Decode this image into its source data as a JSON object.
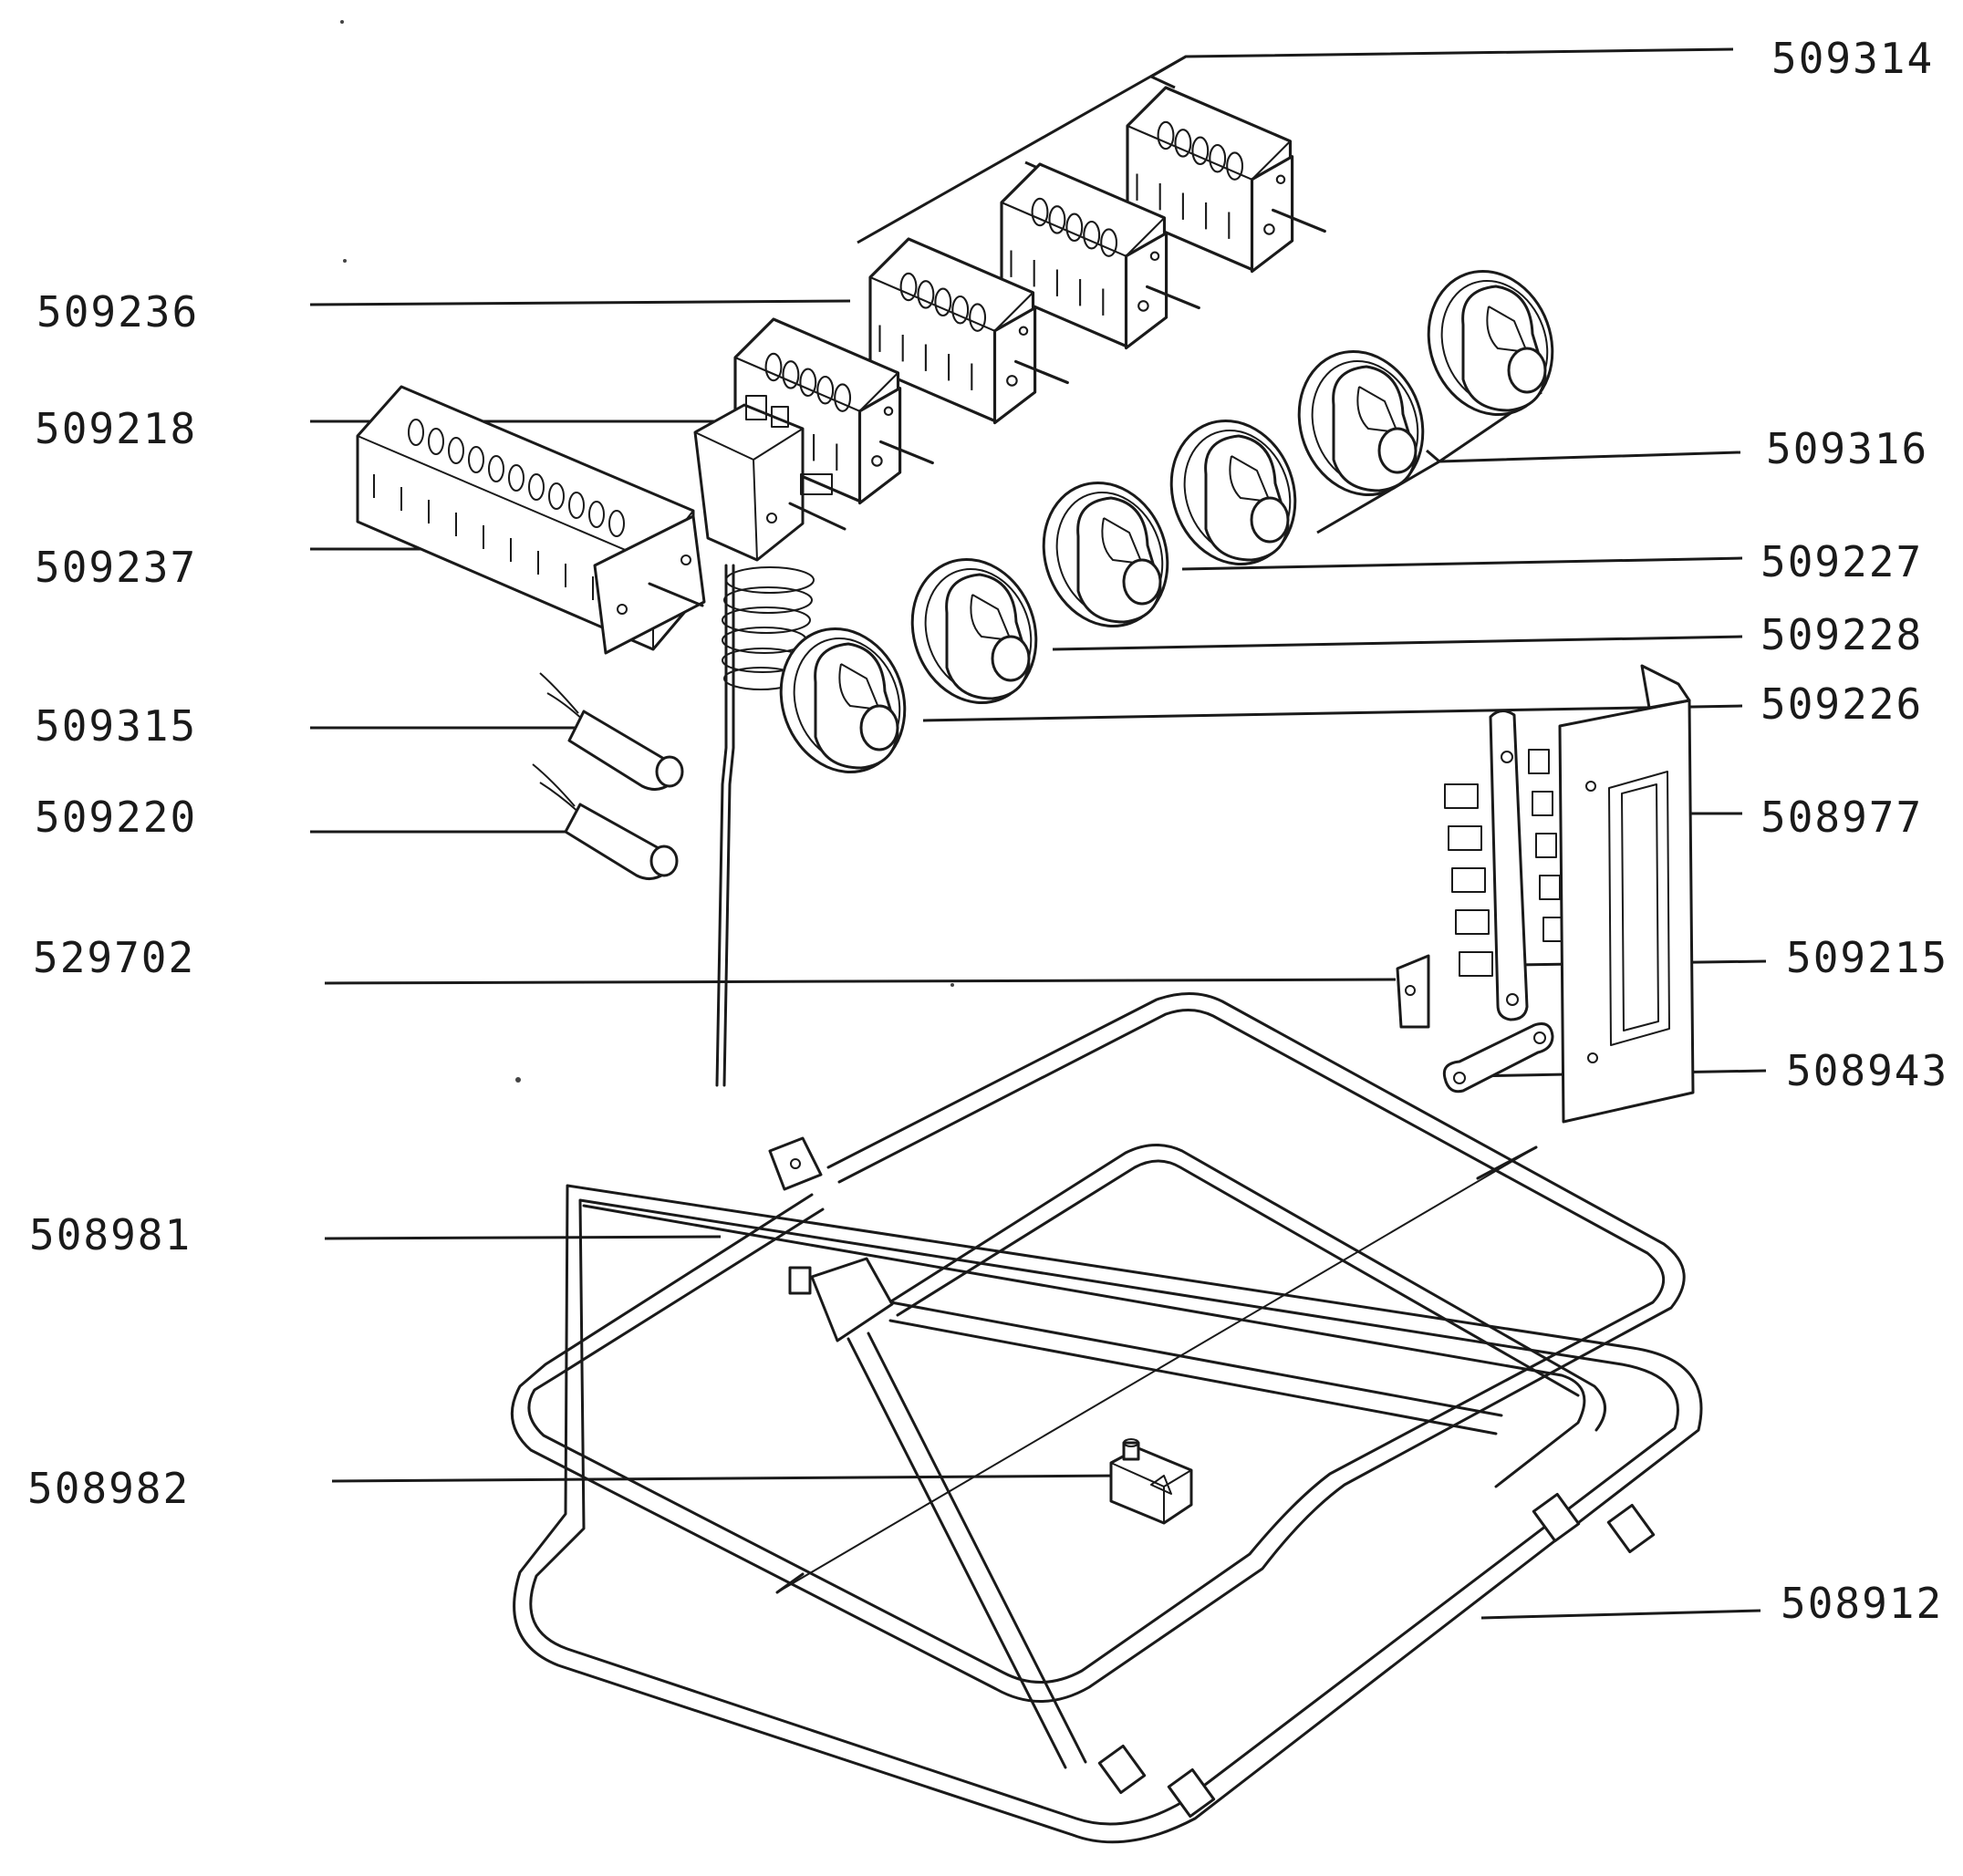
{
  "diagram": {
    "labels": [
      {
        "id": "509314",
        "text": "509314"
      },
      {
        "id": "509236",
        "text": "509236"
      },
      {
        "id": "509218",
        "text": "509218"
      },
      {
        "id": "509316",
        "text": "509316"
      },
      {
        "id": "509237",
        "text": "509237"
      },
      {
        "id": "509227",
        "text": "509227"
      },
      {
        "id": "509228",
        "text": "509228"
      },
      {
        "id": "509315",
        "text": "509315"
      },
      {
        "id": "509226",
        "text": "509226"
      },
      {
        "id": "509220",
        "text": "509220"
      },
      {
        "id": "508977",
        "text": "508977"
      },
      {
        "id": "529702",
        "text": "529702"
      },
      {
        "id": "509215",
        "text": "509215"
      },
      {
        "id": "508943",
        "text": "508943"
      },
      {
        "id": "508981",
        "text": "508981"
      },
      {
        "id": "508982",
        "text": "508982"
      },
      {
        "id": "508912",
        "text": "508912"
      }
    ]
  }
}
